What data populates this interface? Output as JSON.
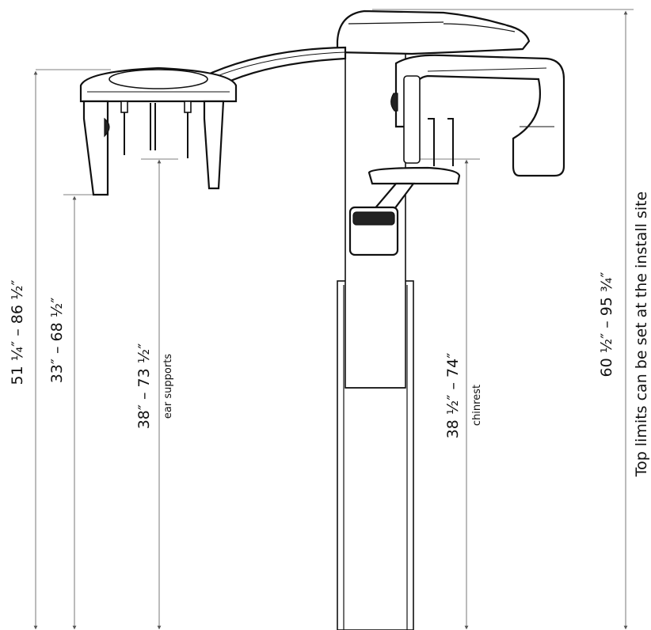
{
  "dimensions": {
    "overall_head": "51 ¼″ – 86 ½″",
    "cephalostat_bottom": "33″ – 68 ½″",
    "ear_supports_range": "38″ – 73 ½″",
    "ear_supports_label": "ear supports",
    "chinrest_range": "38 ½″ – 74″",
    "chinrest_label": "chinrest",
    "top_range": "60 ½″ – 95 ¾″"
  },
  "note": "Top limits can be set at the install site"
}
